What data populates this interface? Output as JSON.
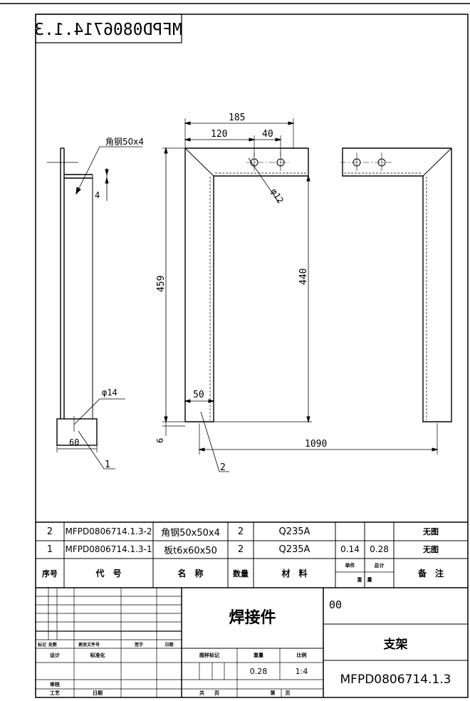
{
  "drawing_code_mirrored": "MFPD0806714.1.3",
  "dimensions": {
    "d185": "185",
    "d120": "120",
    "d40": "40",
    "d459": "459",
    "d440": "440",
    "d50": "50",
    "d6": "6",
    "d1090": "1090",
    "d60": "60",
    "d4": "4",
    "phi12": "φ12",
    "phi14": "φ14",
    "angle_note": "角钢50x4"
  },
  "balloons": {
    "b1": "1",
    "b2": "2"
  },
  "bom": {
    "rows": [
      {
        "no": "2",
        "code": "MFPD0806714.1.3-2",
        "name": "角钢50x50x4",
        "qty": "2",
        "material": "Q235A",
        "unit_weight": "",
        "total_weight": "",
        "remark": "无图"
      },
      {
        "no": "1",
        "code": "MFPD0806714.1.3-1",
        "name": "板t6x60x50",
        "qty": "2",
        "material": "Q235A",
        "unit_weight": "0.14",
        "total_weight": "0.28",
        "remark": "无图"
      }
    ],
    "headers": {
      "no": "序号",
      "code": "代　号",
      "name": "名　称",
      "qty": "数量",
      "material": "材　料",
      "unit": "单件",
      "total": "总计",
      "weight": "重　量",
      "remark": "备　注"
    }
  },
  "title_block": {
    "part_type": "焊接件",
    "code_top": "00",
    "part_name": "支架",
    "drawing_no": "MFPD0806714.1.3",
    "weight_value": "0.28",
    "scale_value": "1:4",
    "labels": {
      "mark": "标记",
      "count": "处数",
      "change_doc": "更改文件号",
      "sign": "签字",
      "date": "日期",
      "design": "设计",
      "standard": "标准化",
      "review": "审核",
      "process": "工艺",
      "date2": "日期",
      "sample_mark": "图样标记",
      "weight": "重量",
      "scale": "比例",
      "total_sheets": "共　　页",
      "sheet_no": "第　　页"
    }
  }
}
